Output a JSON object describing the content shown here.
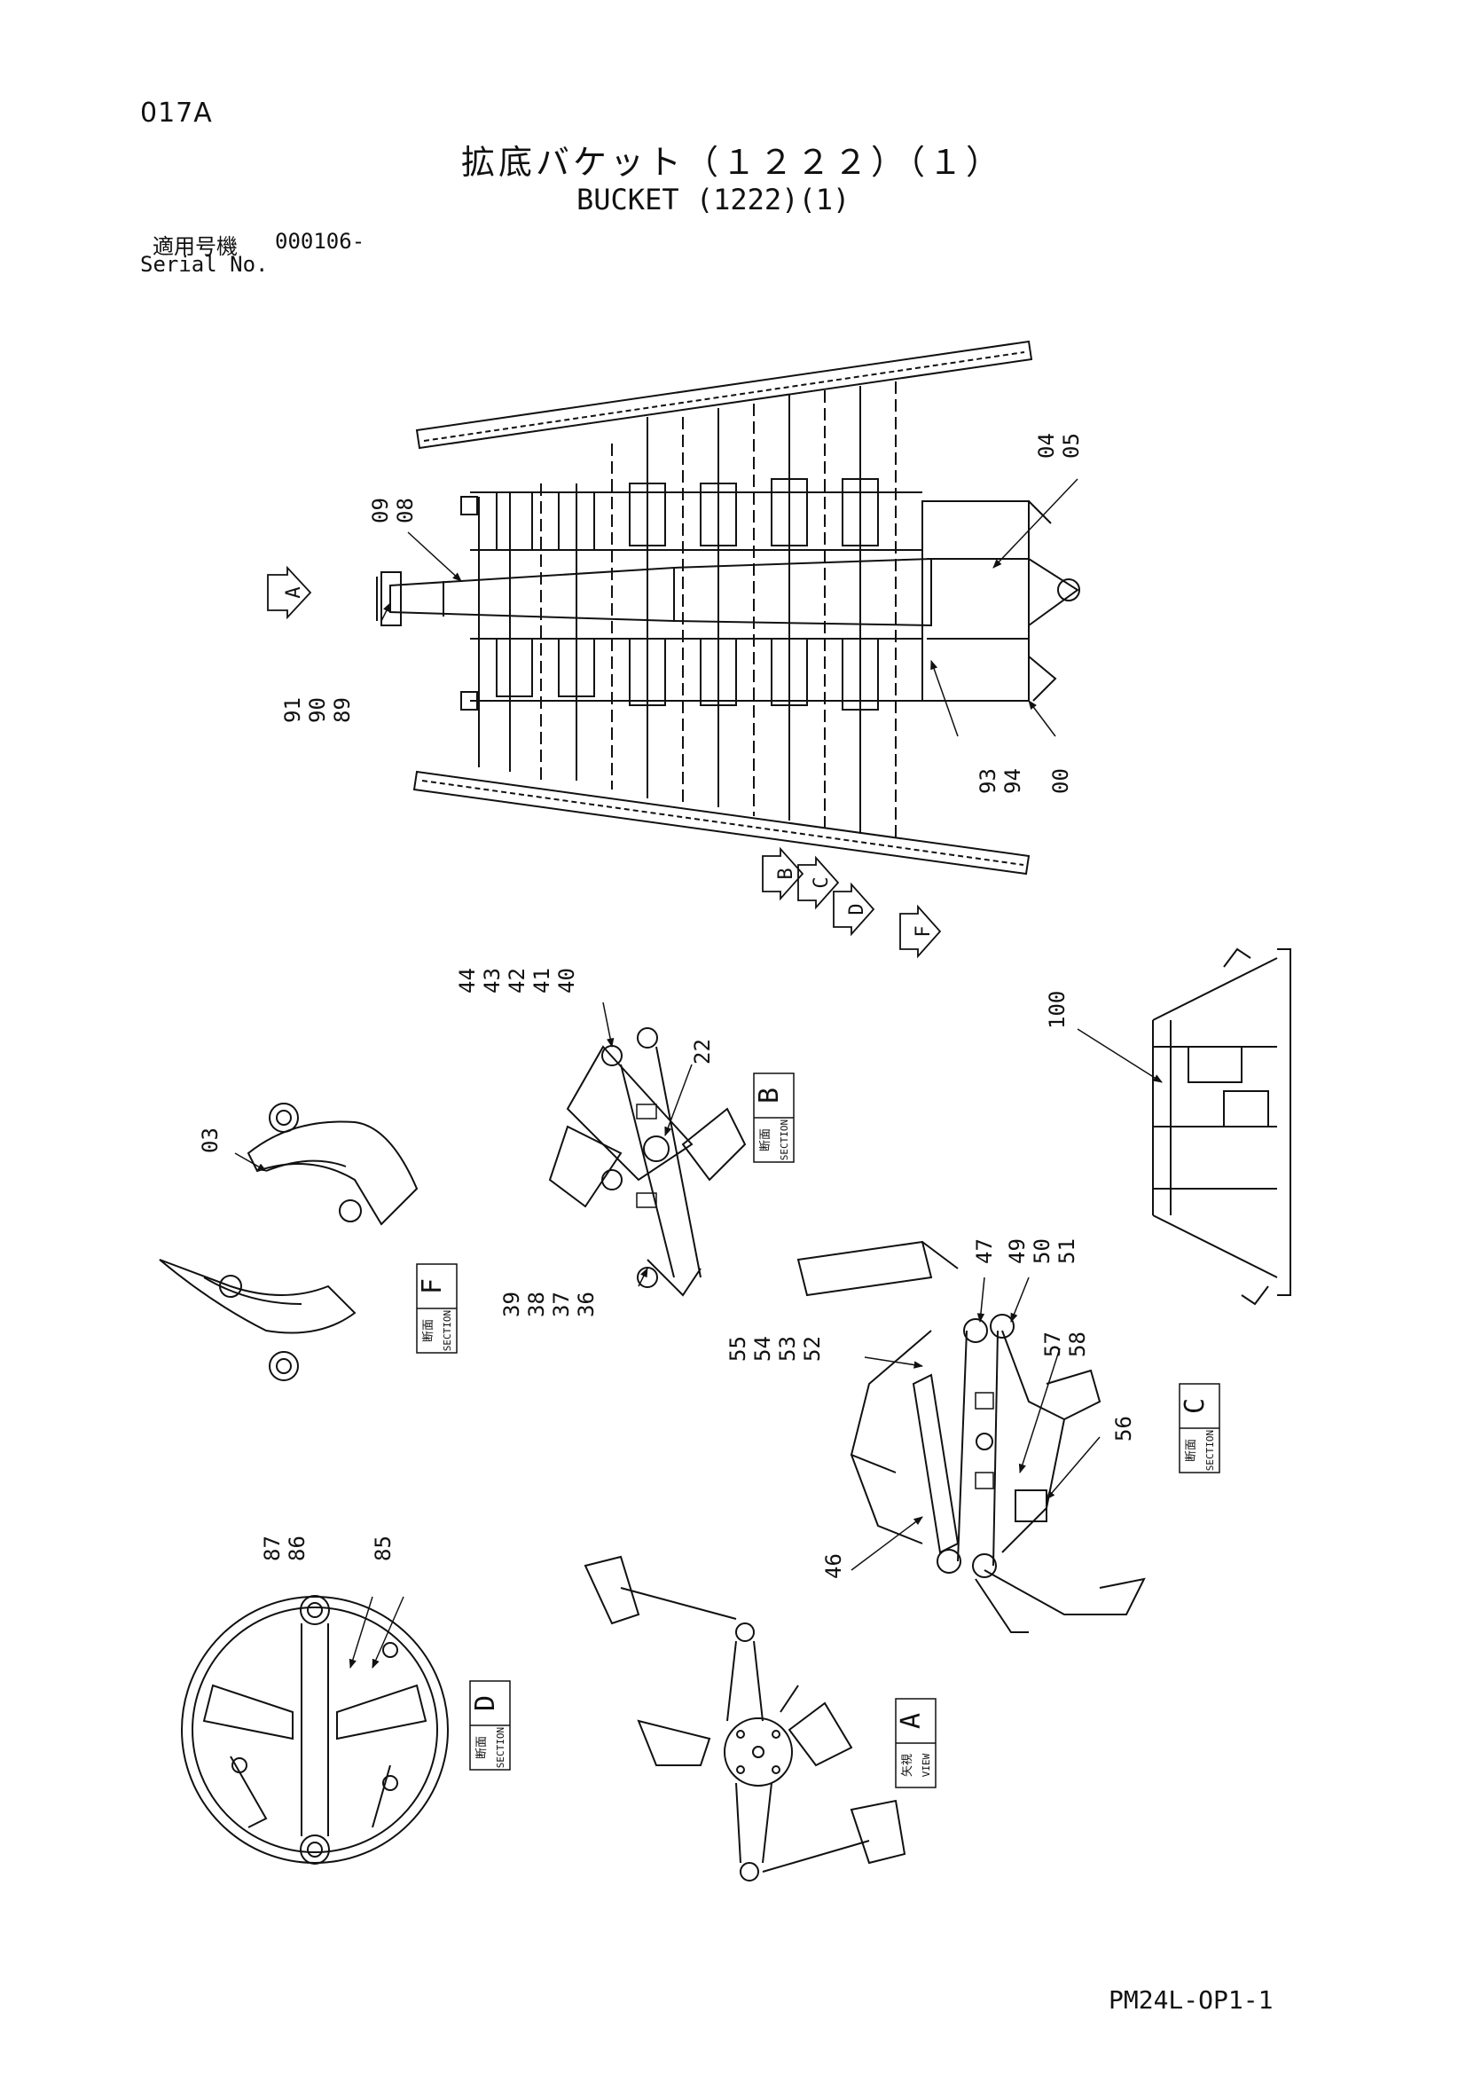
{
  "header": {
    "page_code": "017A",
    "title_jp": "拡底バケット（１２２２）（１）",
    "title_en": "BUCKET (1222)(1)",
    "serial_label_jp": "適用号機",
    "serial_value": "000106-",
    "serial_label_en": "Serial No."
  },
  "footer": {
    "doc_code": "PM24L-OP1-1"
  },
  "view_markers": {
    "a": "A",
    "b": "B",
    "c": "C",
    "d": "D",
    "f": "F"
  },
  "section_labels": {
    "kanji_section": "断面",
    "section_word": "SECTION",
    "kanji_view": "矢視",
    "view_word": "VIEW"
  },
  "part_numbers": {
    "p00": "00",
    "p03": "03",
    "p04": "04",
    "p05": "05",
    "p08": "08",
    "p09": "09",
    "p22": "22",
    "p36": "36",
    "p37": "37",
    "p38": "38",
    "p39": "39",
    "p40": "40",
    "p41": "41",
    "p42": "42",
    "p43": "43",
    "p44": "44",
    "p46": "46",
    "p47": "47",
    "p49": "49",
    "p50": "50",
    "p51": "51",
    "p52": "52",
    "p53": "53",
    "p54": "54",
    "p55": "55",
    "p56": "56",
    "p57": "57",
    "p58": "58",
    "p85": "85",
    "p86": "86",
    "p87": "87",
    "p89": "89",
    "p90": "90",
    "p91": "91",
    "p93": "93",
    "p94": "94",
    "p100": "100"
  },
  "colors": {
    "line": "#111111",
    "paper": "#ffffff"
  }
}
